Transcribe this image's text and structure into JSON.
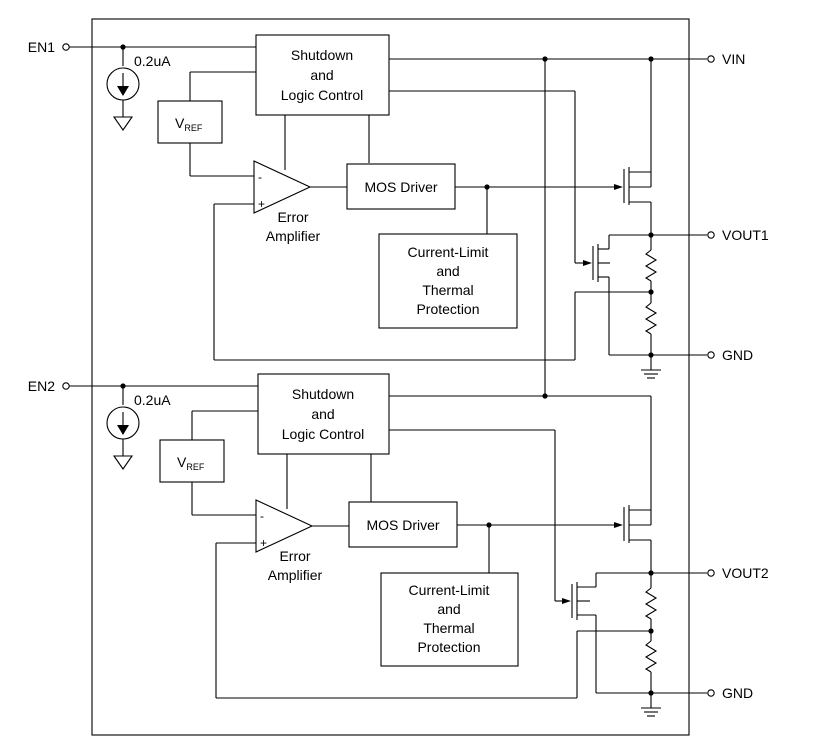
{
  "pins": {
    "en1": "EN1",
    "en2": "EN2",
    "vin": "VIN",
    "vout1": "VOUT1",
    "vout2": "VOUT2",
    "gnd1": "GND",
    "gnd2": "GND"
  },
  "channel1": {
    "current_source": "0.2uA",
    "vref_main": "V",
    "vref_sub": "REF",
    "shutdown_line1": "Shutdown",
    "shutdown_line2": "and",
    "shutdown_line3": "Logic Control",
    "amp_minus": "-",
    "amp_plus": "+",
    "amp_line1": "Error",
    "amp_line2": "Amplifier",
    "mos_driver": "MOS Driver",
    "cl_line1": "Current-Limit",
    "cl_line2": "and",
    "cl_line3": "Thermal",
    "cl_line4": "Protection"
  },
  "channel2": {
    "current_source": "0.2uA",
    "vref_main": "V",
    "vref_sub": "REF",
    "shutdown_line1": "Shutdown",
    "shutdown_line2": "and",
    "shutdown_line3": "Logic Control",
    "amp_minus": "-",
    "amp_plus": "+",
    "amp_line1": "Error",
    "amp_line2": "Amplifier",
    "mos_driver": "MOS Driver",
    "cl_line1": "Current-Limit",
    "cl_line2": "and",
    "cl_line3": "Thermal",
    "cl_line4": "Protection"
  }
}
